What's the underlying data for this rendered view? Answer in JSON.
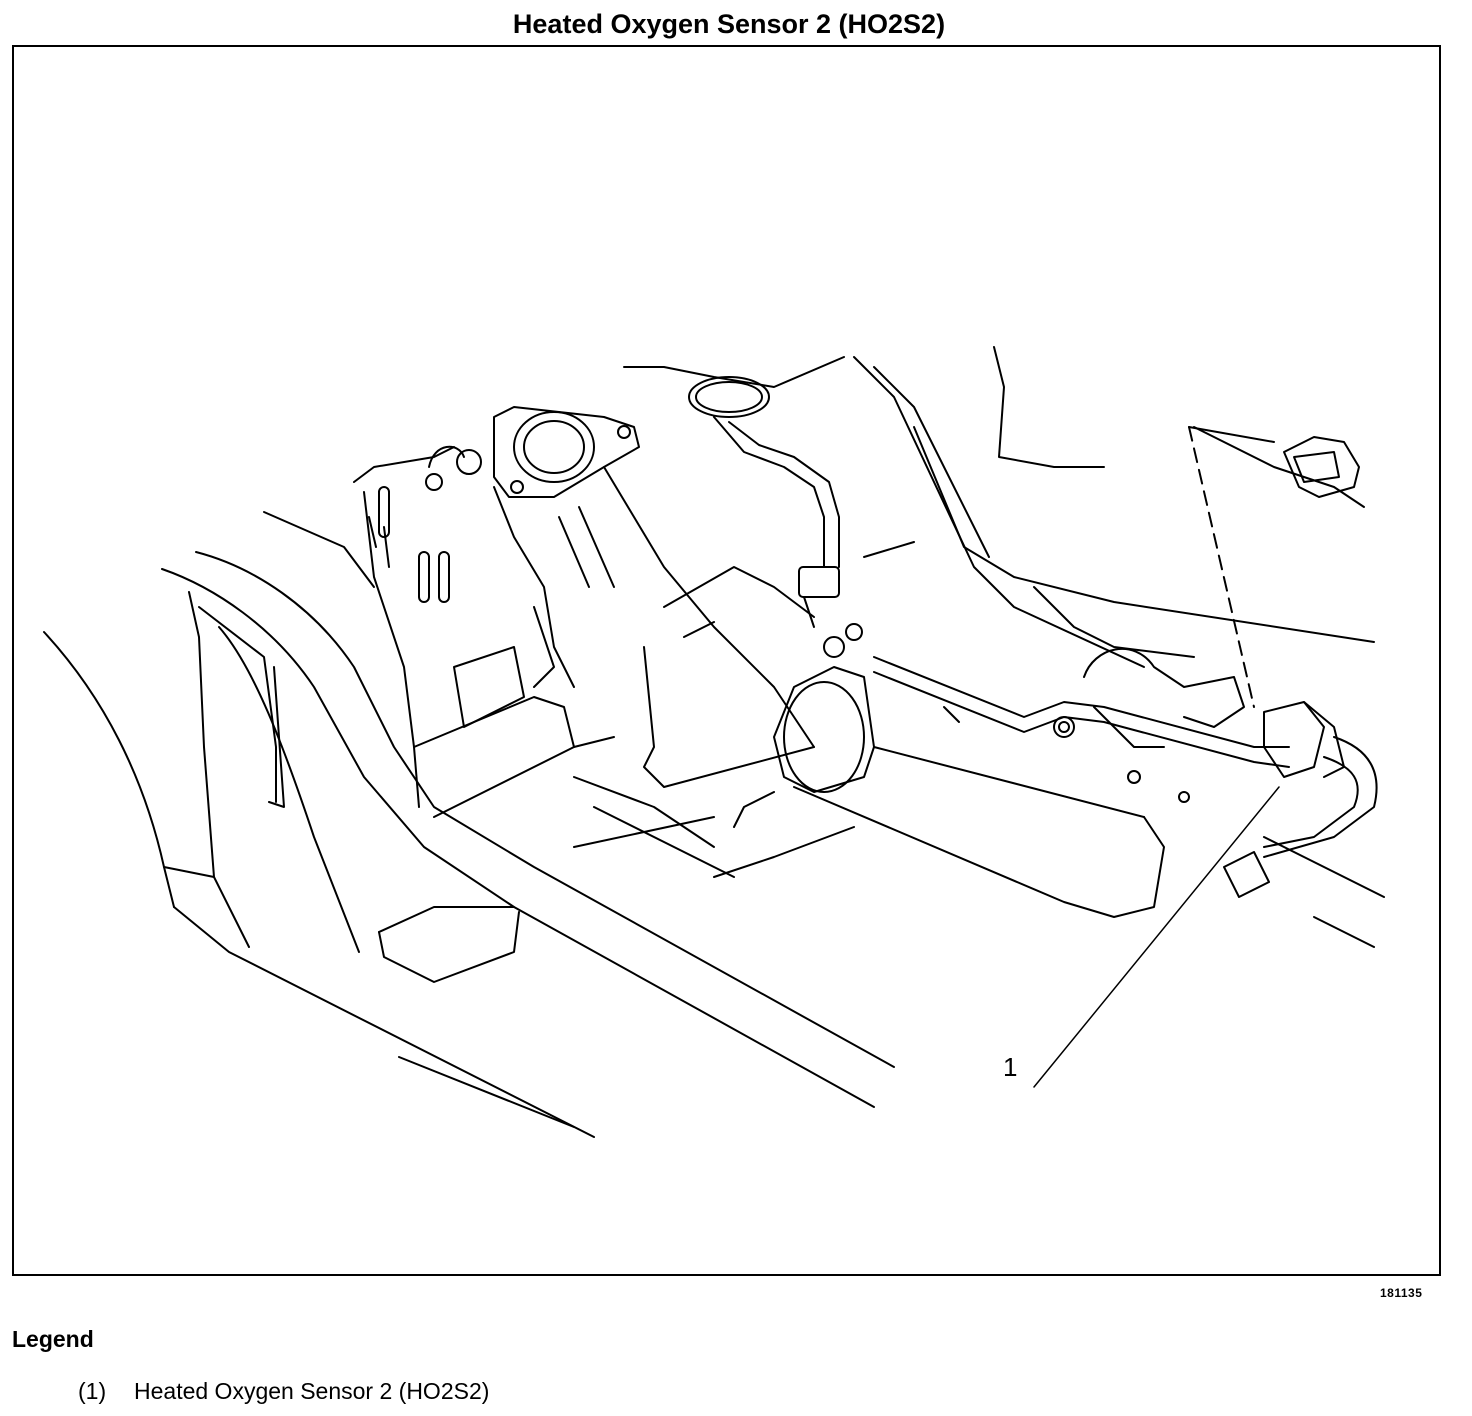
{
  "title": "Heated Oxygen Sensor 2 (HO2S2)",
  "diagram": {
    "callout": "1",
    "figure_id": "181135",
    "icon": "exhaust-system-underbody-line-drawing"
  },
  "legend": {
    "heading": "Legend",
    "items": [
      {
        "number": "(1)",
        "label": "Heated Oxygen Sensor 2 (HO2S2)"
      }
    ]
  }
}
